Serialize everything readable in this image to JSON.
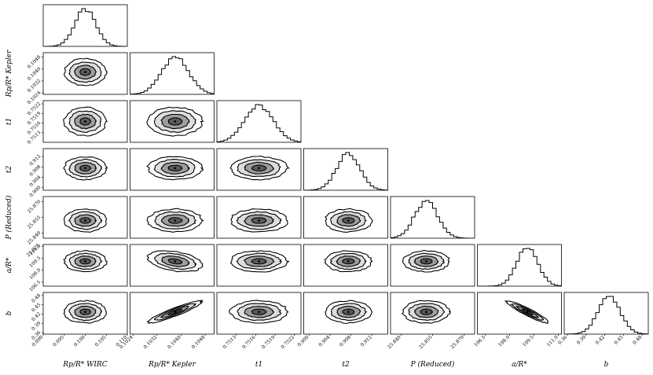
{
  "chart_data": {
    "type": "corner",
    "parameters": [
      {
        "label": "Rp/R* WIRC",
        "mean": 0.1,
        "sd": 0.0025,
        "ticks": [
          0.09,
          0.095,
          0.1,
          0.105,
          0.11
        ],
        "tick_labels": [
          "0.090",
          "0.095",
          "0.100",
          "0.105",
          "0.110"
        ],
        "range": [
          0.09,
          0.11
        ]
      },
      {
        "label": "Rp/R* Kepler",
        "mean": 0.1038,
        "sd": 0.00045,
        "ticks": [
          0.1024,
          0.1032,
          0.104,
          0.1048
        ],
        "tick_labels": [
          "0.1024",
          "0.1032",
          "0.1040",
          "0.1048"
        ],
        "range": [
          0.1023,
          0.1051
        ]
      },
      {
        "label": "t1",
        "mean": 0.75165,
        "sd": 0.00022,
        "ticks": [
          0.7513,
          0.7516,
          0.7519,
          0.7522
        ],
        "tick_labels": [
          "0.7513",
          "0.7516",
          "0.7519",
          "0.7522"
        ],
        "range": [
          0.751,
          0.7523
        ]
      },
      {
        "label": "t2",
        "mean": 0.9075,
        "sd": 0.0022,
        "ticks": [
          0.9,
          0.904,
          0.908,
          0.912
        ],
        "tick_labels": [
          "0.900",
          "0.904",
          "0.908",
          "0.912"
        ],
        "range": [
          0.899,
          0.915
        ]
      },
      {
        "label": "P (Reduced)",
        "mean": 25.852,
        "sd": 0.0055,
        "ticks": [
          25.84,
          25.855,
          25.87
        ],
        "tick_labels": [
          "25.840",
          "25.855",
          "25.870"
        ],
        "range": [
          25.835,
          25.875
        ]
      },
      {
        "label": "a/R*",
        "mean": 109.1,
        "sd": 0.65,
        "ticks": [
          106.5,
          108.0,
          109.5,
          111.0
        ],
        "tick_labels": [
          "106.5",
          "108.0",
          "109.5",
          "111.0"
        ],
        "range": [
          106.0,
          111.2
        ]
      },
      {
        "label": "b",
        "mean": 0.427,
        "sd": 0.018,
        "ticks": [
          0.36,
          0.39,
          0.42,
          0.45,
          0.48
        ],
        "tick_labels": [
          "0.36",
          "0.39",
          "0.42",
          "0.45",
          "0.48"
        ],
        "range": [
          0.355,
          0.49
        ]
      }
    ],
    "correlations": [
      {
        "i": 1,
        "j": 6,
        "rho": 0.92
      },
      {
        "i": 5,
        "j": 6,
        "rho": -0.93
      },
      {
        "i": 1,
        "j": 5,
        "rho": -0.35
      }
    ],
    "extra_tick_label": "25.825",
    "contour_levels": [
      "0.5 sigma",
      "1 sigma",
      "1.5 sigma",
      "2 sigma"
    ]
  }
}
